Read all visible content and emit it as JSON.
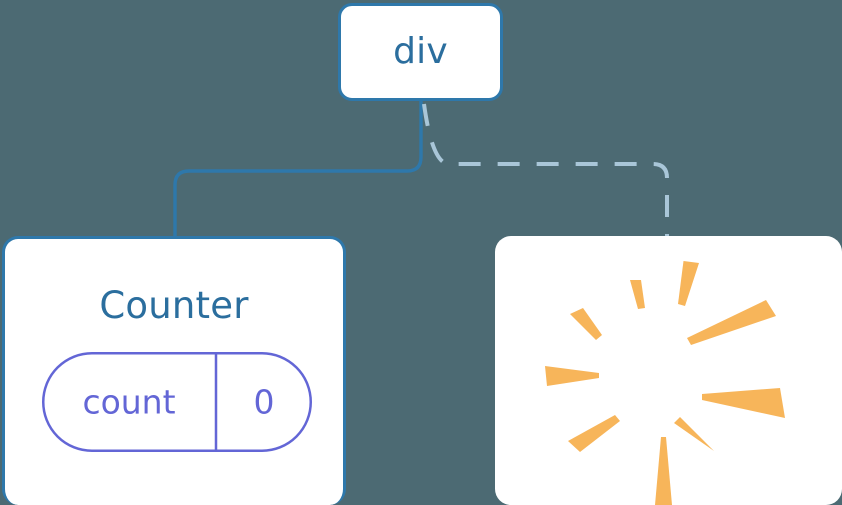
{
  "diagram": {
    "title": "component-tree",
    "background_color": "#4c6a73",
    "nodes": [
      {
        "id": "div",
        "label": "div",
        "kind": "element-box",
        "border_color": "#2e78ab",
        "text_color": "#2b6e9e"
      },
      {
        "id": "counter",
        "label": "Counter",
        "kind": "component-box",
        "border_color": "#2e78ab",
        "text_color": "#2b6e9e"
      },
      {
        "id": "burst",
        "label": "",
        "kind": "highlight-box",
        "border_color": "none",
        "accent_color": "#f7b55a"
      }
    ],
    "state_pill": {
      "name": "count",
      "value": "0",
      "stroke_color": "#6366d6",
      "text_color": "#6366d6"
    },
    "edges": [
      {
        "id": "div-to-counter",
        "from": "div",
        "to": "counter",
        "style": "solid",
        "color": "#2e78ab"
      },
      {
        "id": "div-to-burst",
        "from": "div",
        "to": "burst",
        "style": "dashed",
        "color": "#a9c6d8"
      }
    ],
    "burst": {
      "icon": "sparkle-burst",
      "ray_color": "#f7b55a",
      "ray_count": 10
    }
  }
}
